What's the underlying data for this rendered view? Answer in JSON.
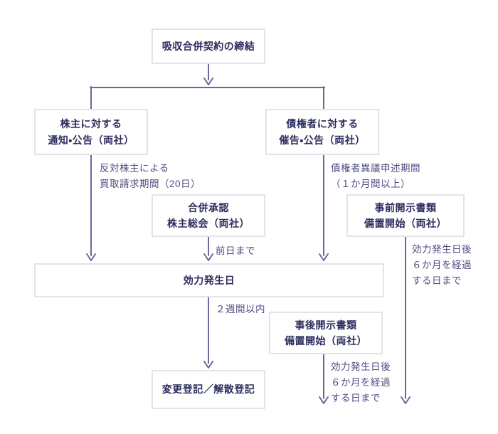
{
  "colors": {
    "box_border": "#e3e3e8",
    "box_text": "#2c2c5e",
    "annotation_text": "#4e4e82",
    "connector": "#68689a",
    "background": "#ffffff"
  },
  "diagram": {
    "type": "flowchart",
    "subject": "absorption-merger-procedure"
  },
  "boxes": {
    "contract": {
      "label": "吸収合併契約の締結"
    },
    "shareholder_notice": {
      "label": "株主に対する\n通知・公告（両社）"
    },
    "creditor_notice": {
      "label": "債権者に対する\n催告・公告（両社）"
    },
    "merger_approval": {
      "label": "合併承認\n株主総会（両社）"
    },
    "pre_disclosure": {
      "label": "事前開示書類\n備置開始（両社）"
    },
    "effective_date": {
      "label": "効力発生日"
    },
    "post_disclosure": {
      "label": "事後開示書類\n備置開始（両社）"
    },
    "registration": {
      "label": "変更登記／解散登記"
    }
  },
  "annotations": {
    "appraisal_right": "反対株主による\n買取請求期間（20日）",
    "creditor_objection": "債権者異議申述期間\n（１か月間以上）",
    "day_before": "前日まで",
    "pre_disclosure_period": "効力発生日後\n６か月を経過\nする日まで",
    "two_weeks": "２週間以内",
    "post_disclosure_period": "効力発生日後\n６か月を経過\nする日まで"
  }
}
